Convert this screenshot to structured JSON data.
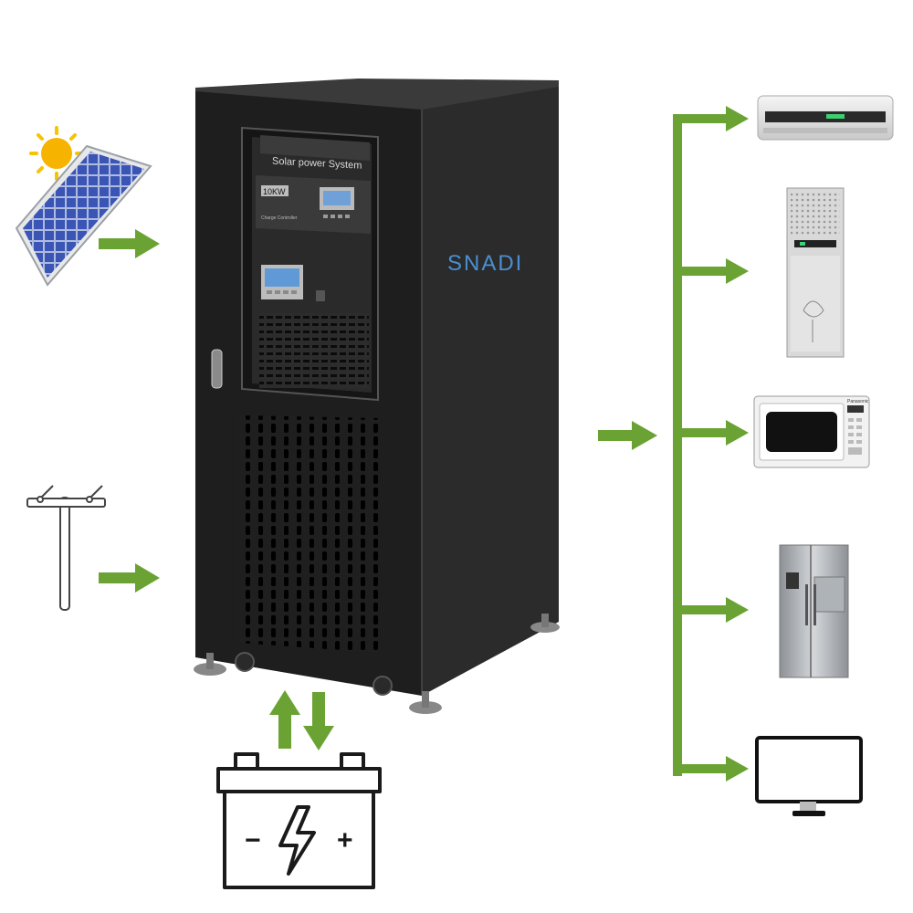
{
  "cabinet": {
    "panel_title": "Solar power System",
    "brand": "SNADI",
    "rating_label": "10KW",
    "controller_label": "Charge Controller"
  },
  "battery": {
    "minus": "−",
    "plus": "+"
  },
  "colors": {
    "arrow_green": "#6aa334",
    "cabinet": "#262626",
    "brand_blue": "#4a8fd1",
    "battery_stroke": "#1a1a1a"
  },
  "inputs": [
    "solar-panel",
    "utility-pole",
    "battery"
  ],
  "loads": [
    "air-conditioner",
    "standing-air-conditioner",
    "microwave-oven",
    "refrigerator",
    "computer-monitor"
  ],
  "microwave": {
    "brand": "Panasonic"
  }
}
